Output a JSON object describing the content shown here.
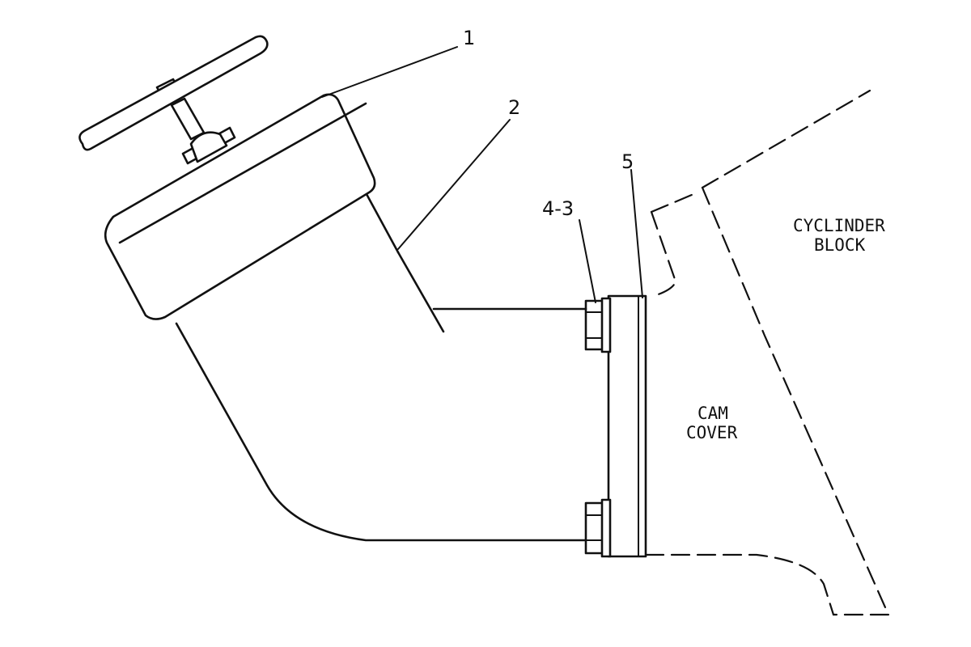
{
  "callouts": {
    "c1": "1",
    "c2": "2",
    "c3": "4-3",
    "c4": "5"
  },
  "labels": {
    "block_line1": "CYCLINDER",
    "block_line2": "BLOCK",
    "cover_line1": "CAM",
    "cover_line2": "COVER"
  }
}
